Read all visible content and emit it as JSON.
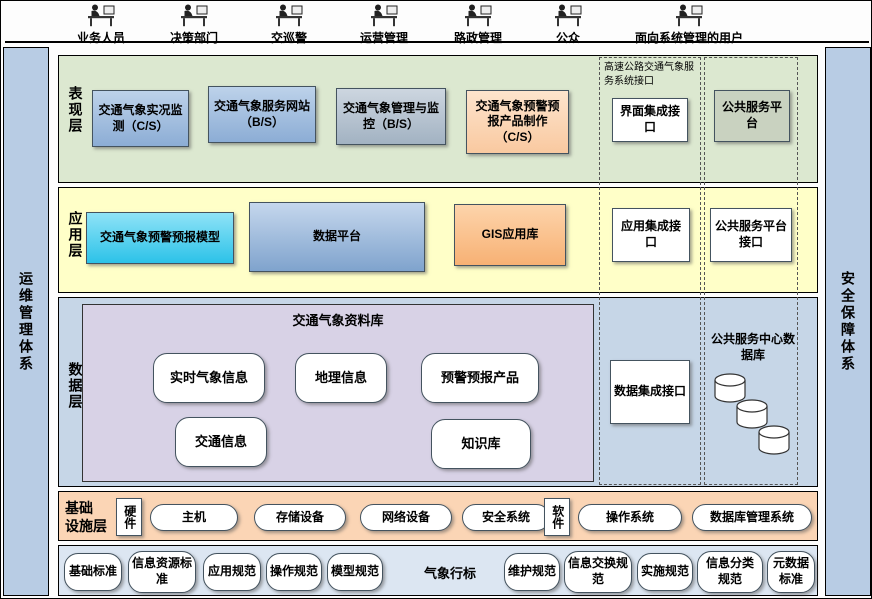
{
  "users": {
    "items": [
      {
        "label": "业务人员"
      },
      {
        "label": "决策部门"
      },
      {
        "label": "交巡警"
      },
      {
        "label": "运营管理"
      },
      {
        "label": "路政管理"
      },
      {
        "label": "公众"
      }
    ],
    "admin": {
      "label": "面向系统管理的用户"
    }
  },
  "sidebars": {
    "left": {
      "label": "运维管理体系"
    },
    "right": {
      "label": "安全保障体系"
    }
  },
  "presentation": {
    "layer_label": "表现层",
    "boxes": [
      {
        "label": "交通气象实况监测（C/S）"
      },
      {
        "label": "交通气象服务网站（B/S）"
      },
      {
        "label": "交通气象管理与监控（B/S）"
      },
      {
        "label": "交通气象预警预报产品制作（C/S）"
      }
    ],
    "interface_column": {
      "header": "高速公路交通气象服务系统接口",
      "box": "界面集成接口"
    },
    "platform_column": {
      "box": "公共服务平台"
    }
  },
  "application": {
    "layer_label": "应用层",
    "boxes": [
      {
        "label": "交通气象预警预报模型"
      },
      {
        "label": "数据平台"
      },
      {
        "label": "GIS应用库"
      }
    ],
    "interface_box": "应用集成接口",
    "platform_box": "公共服务平台接口"
  },
  "data_layer": {
    "layer_label": "数据层",
    "database_title": "交通气象资料库",
    "items": [
      {
        "label": "实时气象信息"
      },
      {
        "label": "地理信息"
      },
      {
        "label": "预警预报产品"
      },
      {
        "label": "交通信息"
      },
      {
        "label": "知识库"
      }
    ],
    "interface_box": "数据集成接口",
    "public_db_label": "公共服务中心数据库"
  },
  "infrastructure": {
    "layer_label": "基础\n设施层",
    "hardware_label": "硬件",
    "hardware_items": [
      {
        "label": "主机"
      },
      {
        "label": "存储设备"
      },
      {
        "label": "网络设备"
      },
      {
        "label": "安全系统"
      }
    ],
    "software_label": "软件",
    "software_items": [
      {
        "label": "操作系统"
      },
      {
        "label": "数据库管理系统"
      }
    ]
  },
  "standards": {
    "left_items": [
      {
        "label": "基础标准"
      },
      {
        "label": "信息资源标准"
      },
      {
        "label": "应用规范"
      },
      {
        "label": "操作规范"
      },
      {
        "label": "模型规范"
      }
    ],
    "center_label": "气象行标",
    "right_items": [
      {
        "label": "维护规范"
      },
      {
        "label": "信息交换规范"
      },
      {
        "label": "实施规范"
      },
      {
        "label": "信息分类规范"
      },
      {
        "label": "元数据标准"
      }
    ]
  },
  "colors": {
    "band_presentation": "#dce8d0",
    "band_application": "#ffffc8",
    "band_data": "#c6d6e7",
    "band_infrastructure": "#fbd5b5",
    "band_standards": "#dce6f2",
    "sidebar_blue": "#b8cce4",
    "box_blue": "#8cadd5",
    "box_cyan": "#2cc2e8",
    "box_orange": "#f7b174",
    "box_peach": "#f9c9a0",
    "database_purple": "#d8d2e6"
  }
}
